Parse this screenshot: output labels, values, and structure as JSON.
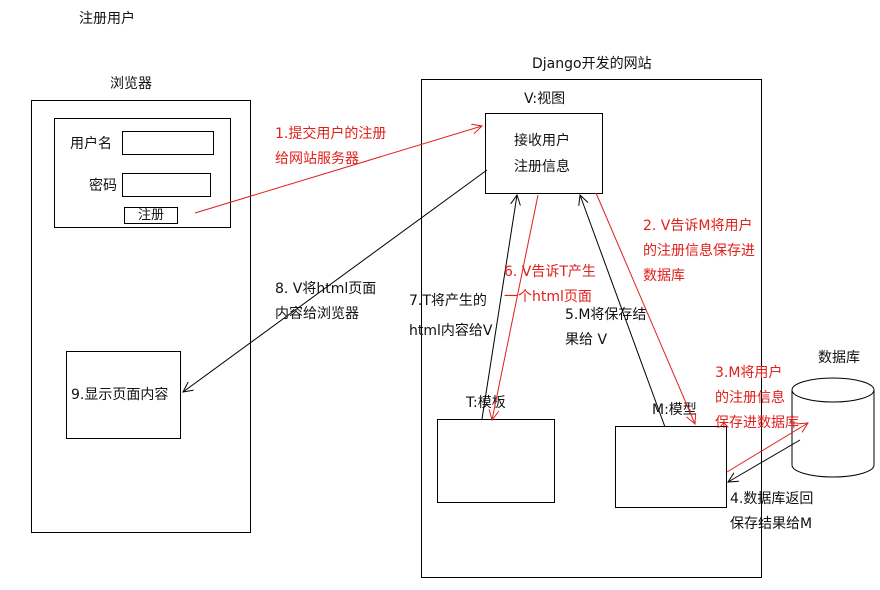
{
  "page_title": "注册用户",
  "browser": {
    "title": "浏览器",
    "username_label": "用户名",
    "password_label": "密码",
    "register_button": "注册",
    "display_content": "9.显示页面内容"
  },
  "django": {
    "title": "Django开发的网站",
    "view_title": "V:视图",
    "view_content": "接收用户\n注册信息",
    "template_title": "T:模板",
    "model_title": "M:模型"
  },
  "database": {
    "title": "数据库"
  },
  "steps": {
    "s1": "1.提交用户的注册\n给网站服务器",
    "s2": "2. V告诉M将用户\n的注册信息保存进\n数据库",
    "s3": "3.M将用户\n的注册信息\n保存进数据库",
    "s4": "4.数据库返回\n保存结果给M",
    "s5": "5.M将保存结\n果给 V",
    "s6": "6. V告诉T产生\n一个html页面",
    "s7": "7.T将产生的\nhtml内容给V",
    "s8": "8. V将html页面\n内容给浏览器"
  },
  "colors": {
    "red": "#e0201b",
    "black": "#000000"
  }
}
